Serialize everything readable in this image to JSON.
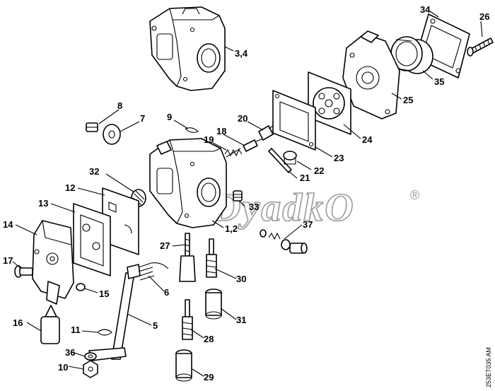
{
  "diagram": {
    "drawing_code": "253ET035 AM",
    "watermark": {
      "text": "DyadkO",
      "mark": "®"
    },
    "callouts": [
      {
        "id": "c-34",
        "label": "34"
      },
      {
        "id": "c-26",
        "label": "26"
      },
      {
        "id": "c-3-4",
        "label": "3,4"
      },
      {
        "id": "c-35",
        "label": "35"
      },
      {
        "id": "c-25",
        "label": "25"
      },
      {
        "id": "c-8",
        "label": "8"
      },
      {
        "id": "c-7",
        "label": "7"
      },
      {
        "id": "c-9",
        "label": "9"
      },
      {
        "id": "c-20",
        "label": "20"
      },
      {
        "id": "c-18",
        "label": "18"
      },
      {
        "id": "c-19",
        "label": "19"
      },
      {
        "id": "c-24",
        "label": "24"
      },
      {
        "id": "c-23",
        "label": "23"
      },
      {
        "id": "c-22",
        "label": "22"
      },
      {
        "id": "c-21",
        "label": "21"
      },
      {
        "id": "c-32",
        "label": "32"
      },
      {
        "id": "c-12",
        "label": "12"
      },
      {
        "id": "c-13",
        "label": "13"
      },
      {
        "id": "c-33",
        "label": "33"
      },
      {
        "id": "c-1-2",
        "label": "1,2"
      },
      {
        "id": "c-37",
        "label": "37"
      },
      {
        "id": "c-14",
        "label": "14"
      },
      {
        "id": "c-27",
        "label": "27"
      },
      {
        "id": "c-17",
        "label": "17"
      },
      {
        "id": "c-30",
        "label": "30"
      },
      {
        "id": "c-6",
        "label": "6"
      },
      {
        "id": "c-15",
        "label": "15"
      },
      {
        "id": "c-31",
        "label": "31"
      },
      {
        "id": "c-16",
        "label": "16"
      },
      {
        "id": "c-5",
        "label": "5"
      },
      {
        "id": "c-11",
        "label": "11"
      },
      {
        "id": "c-28",
        "label": "28"
      },
      {
        "id": "c-36",
        "label": "36"
      },
      {
        "id": "c-10",
        "label": "10"
      },
      {
        "id": "c-29",
        "label": "29"
      }
    ]
  }
}
